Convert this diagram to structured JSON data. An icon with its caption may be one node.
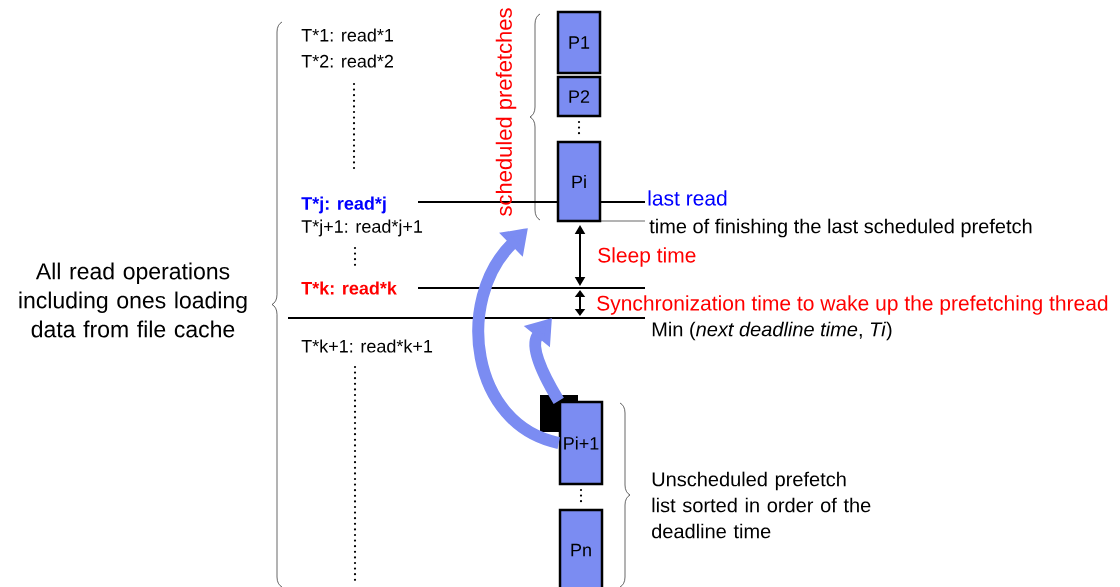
{
  "diagram": {
    "nodes": [
      {
        "text": [
          "P1"
        ]
      },
      {
        "text": [
          "P2"
        ]
      },
      {
        "text": [
          "Pi"
        ]
      },
      {
        "text": [
          "Pi+1"
        ]
      },
      {
        "text": [
          "Pn"
        ]
      }
    ],
    "edges": [
      {
        "from": 3,
        "to": null,
        "arrow": "to"
      },
      {
        "from": 3,
        "to": null,
        "arrow": "to"
      }
    ],
    "labels": [
      "All read operations including ones loading data from file cache",
      "T*1: read*1",
      "T*2: read*2",
      "scheduled prefetches",
      "T*j: read*j",
      "last read",
      "T*j+1: read*j+1",
      "time of finishing the last scheduled prefetch",
      "Sleep time",
      "T*k: read*k",
      "Synchronization time to wake up the prefetching thread",
      "Min (*next deadline time*, *Ti*)",
      "T*k+1: read*k+1",
      "Unscheduled prefetch list sorted in order of the deadline time"
    ]
  }
}
